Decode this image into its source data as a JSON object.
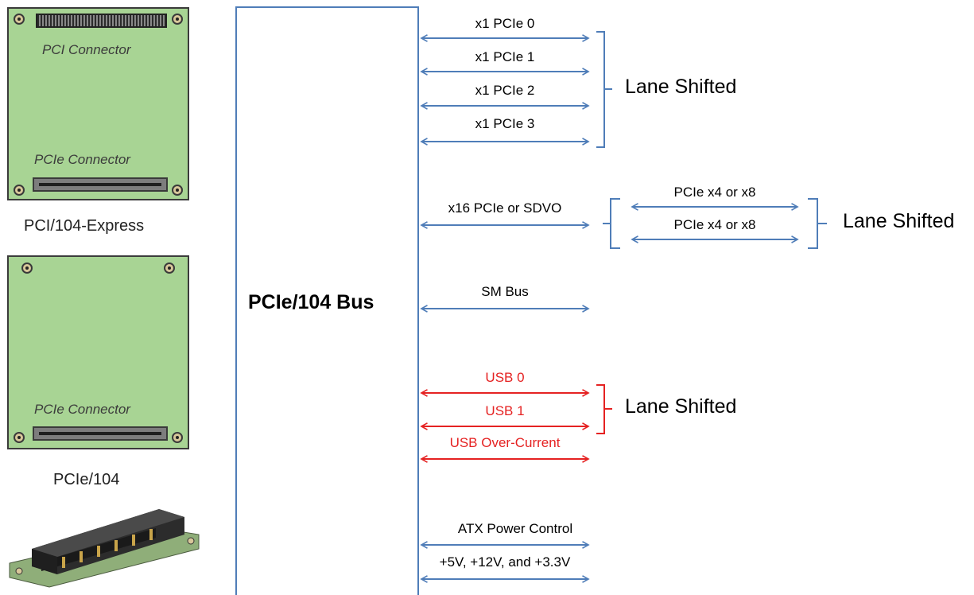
{
  "boards": [
    {
      "title": "PCI/104-Express",
      "top_connector": "PCI Connector",
      "bottom_connector": "PCIe Connector"
    },
    {
      "title": "PCIe/104",
      "bottom_connector": "PCIe Connector"
    }
  ],
  "bus_title": "PCIe/104 Bus",
  "signals": {
    "pcie0": "x1 PCIe 0",
    "pcie1": "x1 PCIe 1",
    "pcie2": "x1 PCIe 2",
    "pcie3": "x1 PCIe 3",
    "x16": "x16 PCIe or SDVO",
    "x4a": "PCIe x4 or x8",
    "x4b": "PCIe x4 or x8",
    "smbus": "SM Bus",
    "usb0": "USB 0",
    "usb1": "USB 1",
    "usb_oc": "USB Over-Current",
    "atx": "ATX Power Control",
    "power": "+5V, +12V, and +3.3V"
  },
  "lane_shifted": [
    "Lane Shifted",
    "Lane Shifted",
    "Lane Shifted"
  ],
  "colors": {
    "blue": "#4f7db8",
    "red": "#e52222",
    "board": "#a8d494"
  }
}
